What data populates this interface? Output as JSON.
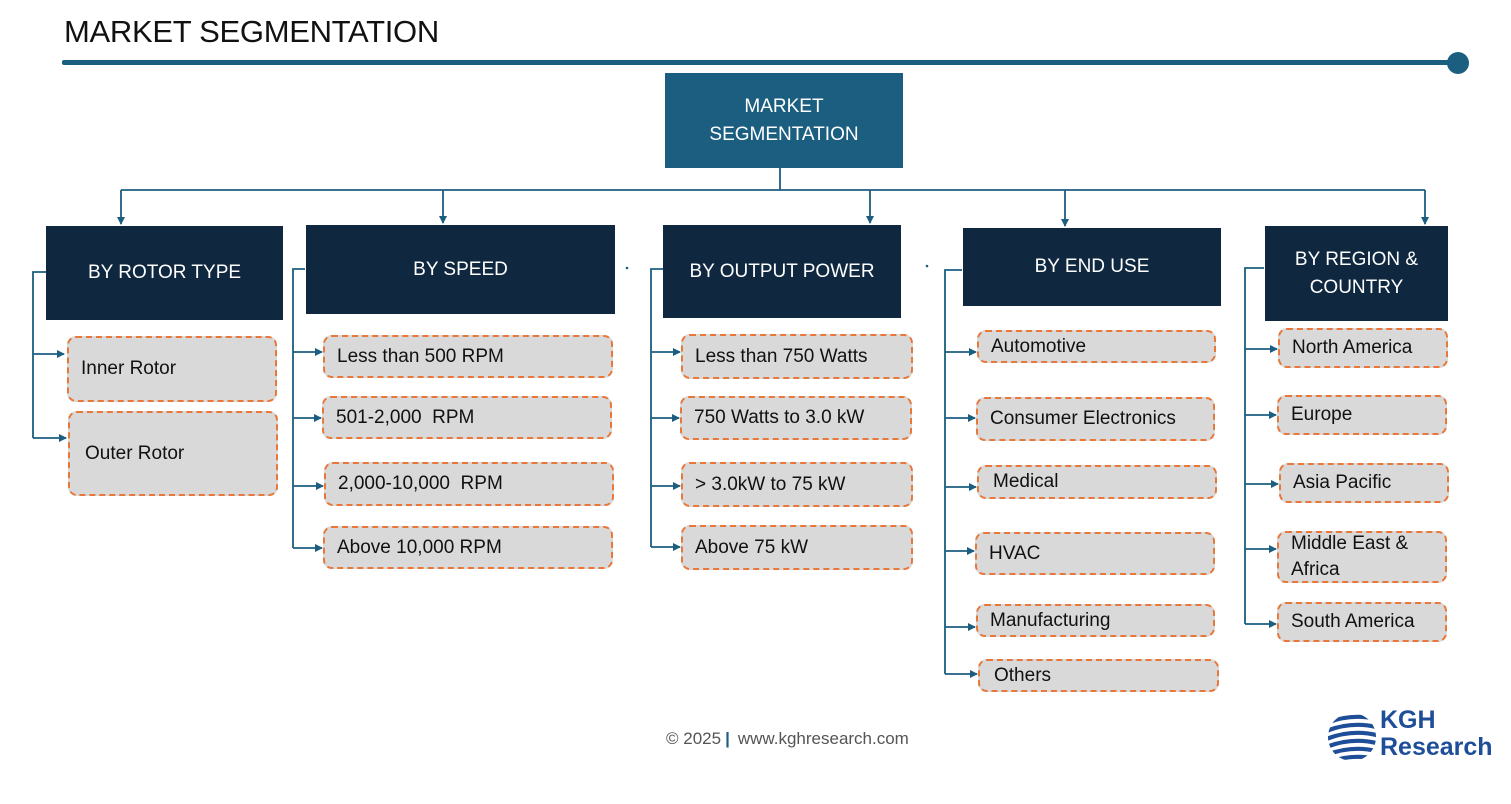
{
  "page": {
    "title": "MARKET SEGMENTATION"
  },
  "root": {
    "line1": "MARKET",
    "line2": "SEGMENTATION"
  },
  "categories": [
    {
      "label": "BY ROTOR TYPE",
      "items": [
        "Inner Rotor",
        "Outer Rotor"
      ]
    },
    {
      "label": "BY SPEED",
      "items": [
        "Less than 500 RPM",
        "501-2,000  RPM",
        "2,000-10,000  RPM",
        "Above 10,000 RPM"
      ]
    },
    {
      "label": "BY OUTPUT POWER",
      "items": [
        "Less than 750 Watts",
        "750 Watts to 3.0 kW",
        "> 3.0kW to 75 kW",
        "Above 75 kW"
      ]
    },
    {
      "label": "BY END USE",
      "items": [
        "Automotive",
        "Consumer Electronics",
        "Medical",
        "HVAC",
        "Manufacturing",
        "Others"
      ]
    },
    {
      "label_line1": "BY REGION &",
      "label_line2": "COUNTRY",
      "items": [
        "North America",
        "Europe",
        "Asia Pacific",
        "Middle East & Africa",
        "South America"
      ]
    }
  ],
  "footer": {
    "copyright": "© 2025",
    "separator": "|",
    "url": "www.kghresearch.com"
  },
  "logo": {
    "line1": "KGH",
    "line2": "Research"
  },
  "colors": {
    "accent": "#1b5e80",
    "category": "#0f2840",
    "item_fill": "#d9d9d9",
    "item_border": "#e8773a"
  }
}
